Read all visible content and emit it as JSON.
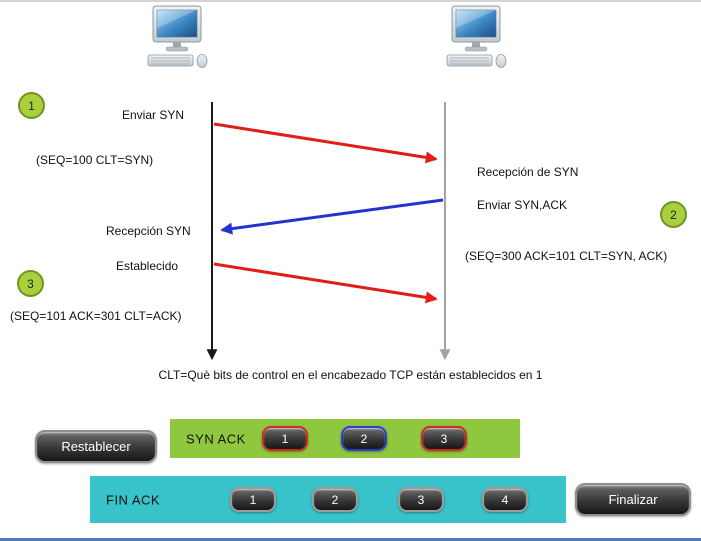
{
  "diagram": {
    "steps": [
      {
        "number": "1"
      },
      {
        "number": "2"
      },
      {
        "number": "3"
      }
    ],
    "left": {
      "send_syn": "Enviar SYN",
      "send_syn_detail": "(SEQ=100 CLT=SYN)",
      "receive_syn": "Recepción SYN",
      "established": "Establecido",
      "established_detail": "(SEQ=101 ACK=301 CLT=ACK)"
    },
    "right": {
      "receive_syn": "Recepción de SYN",
      "send_syn_ack": "Enviar SYN,ACK",
      "send_syn_ack_detail": "(SEQ=300 ACK=101 CLT=SYN, ACK)"
    },
    "caption": "CLT=Què bits de control en el encabezado TCP están establecidos en 1"
  },
  "controls": {
    "reset": "Restablecer",
    "finish": "Finalizar",
    "syn_ack": {
      "label": "SYN ACK",
      "buttons": [
        {
          "label": "1",
          "accent": "#d02b20"
        },
        {
          "label": "2",
          "accent": "#2b3fd6"
        },
        {
          "label": "3",
          "accent": "#d02b20"
        }
      ]
    },
    "fin_ack": {
      "label": "FIN ACK",
      "buttons": [
        {
          "label": "1"
        },
        {
          "label": "2"
        },
        {
          "label": "3"
        },
        {
          "label": "4"
        }
      ]
    }
  },
  "colors": {
    "arrow_syn": "#e01e17",
    "arrow_syn_ack": "#2433cf",
    "arrow_ack": "#e01e17",
    "timeline_left": "#1a1a1a",
    "timeline_right": "#a3a3a3",
    "syn_ack_bar": "#8fc73e",
    "fin_ack_bar": "#38c3cb",
    "step_circle": "#a9cf3c",
    "bottom_border": "#4a7ebb"
  }
}
